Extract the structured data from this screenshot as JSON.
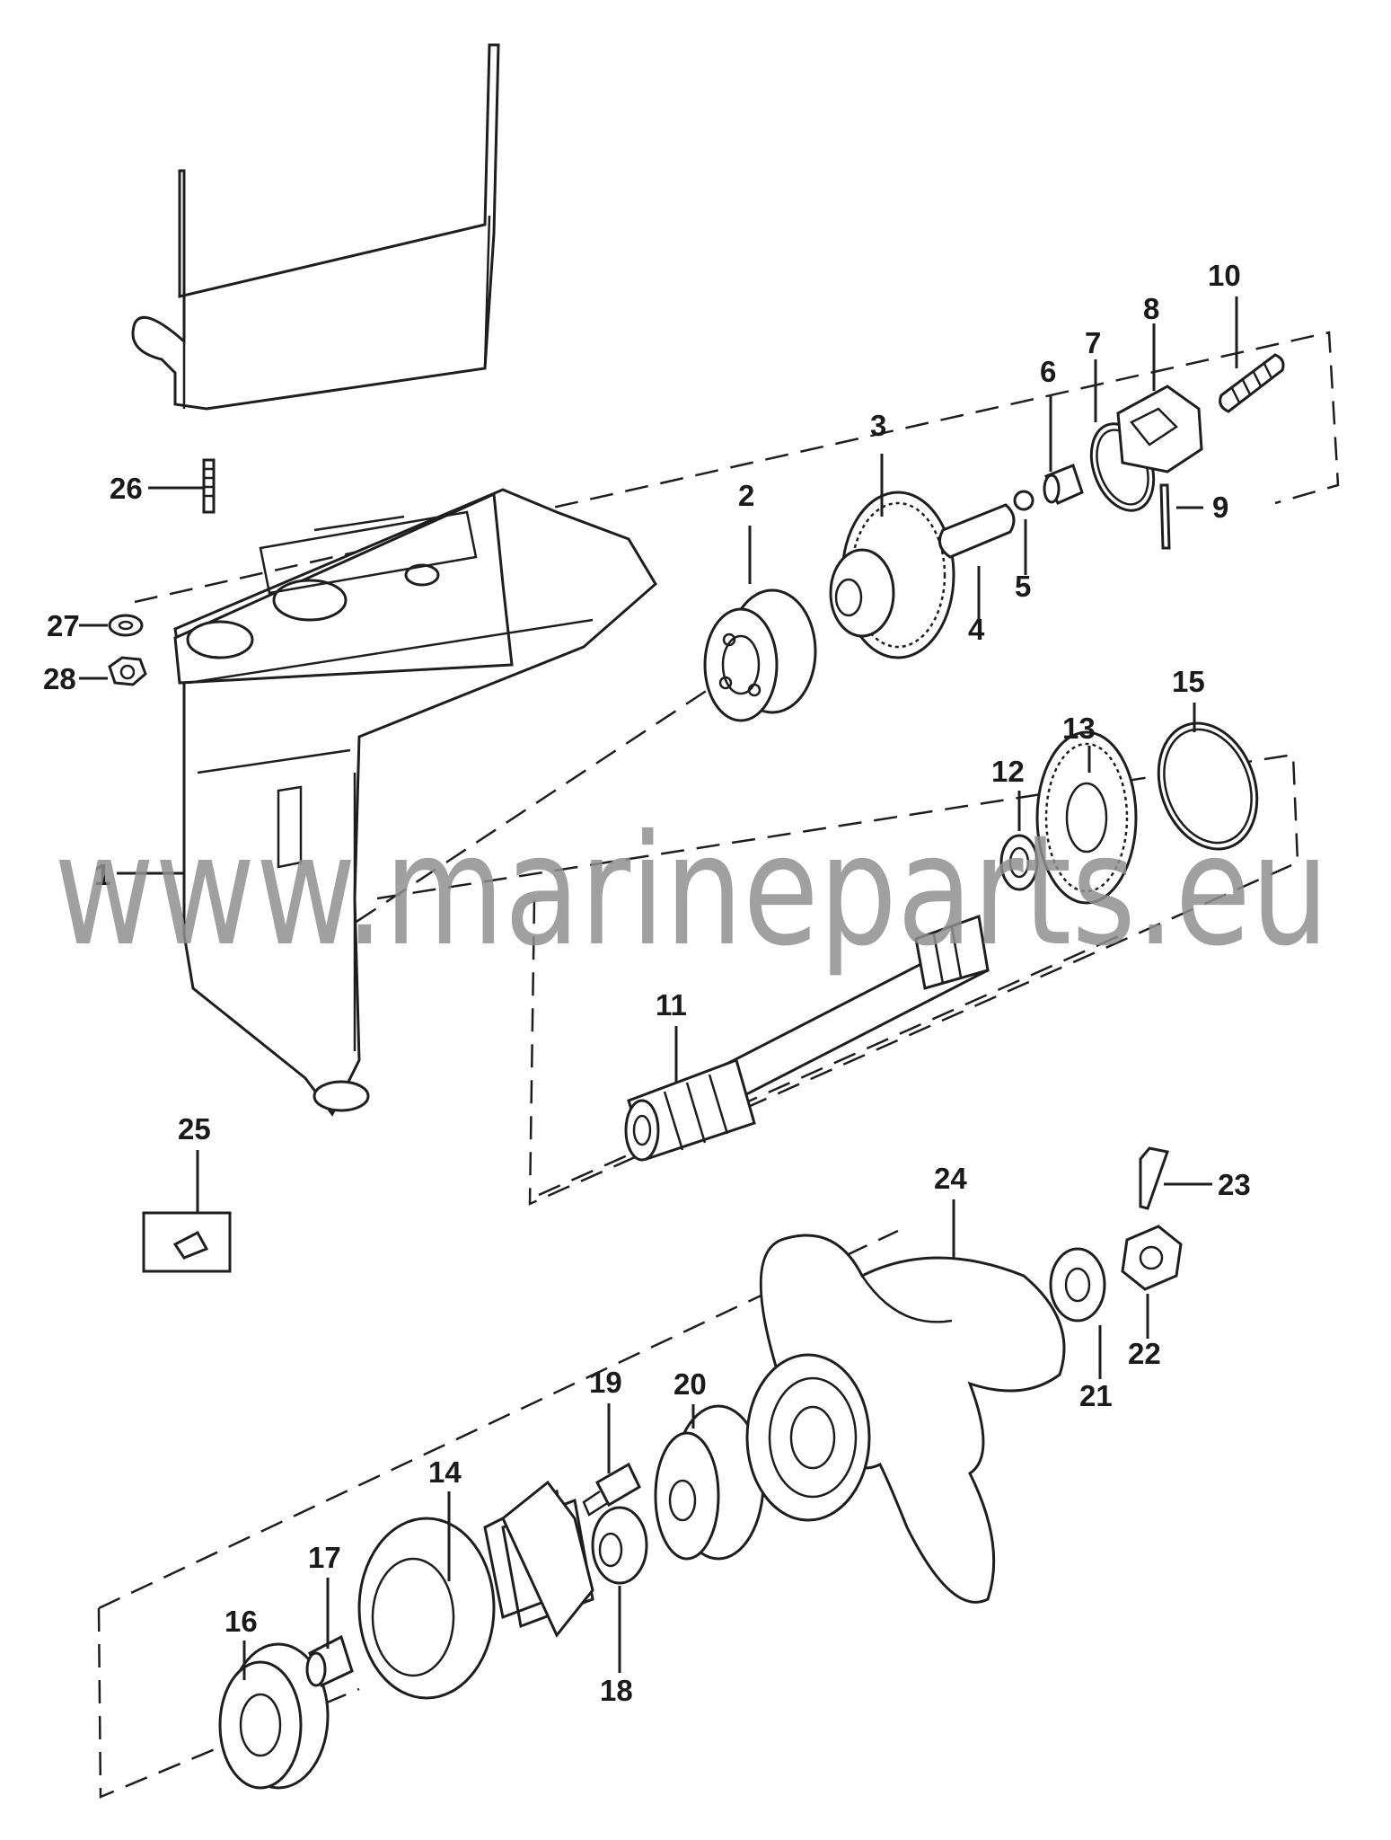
{
  "watermark": "www.marineparts.eu",
  "callouts": [
    "1",
    "2",
    "3",
    "4",
    "5",
    "6",
    "7",
    "8",
    "9",
    "10",
    "11",
    "12",
    "13",
    "14",
    "15",
    "16",
    "17",
    "18",
    "19",
    "20",
    "21",
    "22",
    "23",
    "24",
    "25",
    "26",
    "27",
    "28"
  ]
}
